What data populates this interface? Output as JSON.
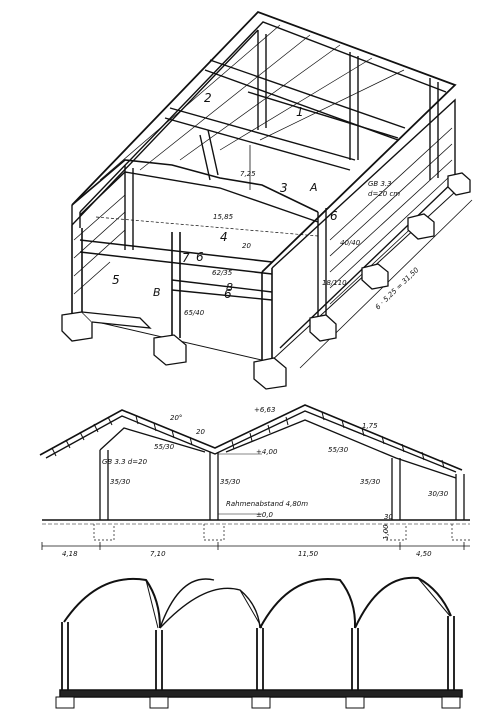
{
  "iso_view": {
    "part_numbers": [
      "1",
      "2",
      "3",
      "4",
      "5",
      "6",
      "6",
      "6",
      "7",
      "8"
    ],
    "detail_markers": [
      "A",
      "B"
    ],
    "dims": {
      "h_725": "7,25",
      "span_1585": "15,85",
      "d20": "20",
      "d40_40": "40/40",
      "d62_35": "62/35",
      "d65_40": "65/40",
      "d18_110": "18/110",
      "gb": "GB 3.3",
      "gb_d": "d=20 cm",
      "length": "6 · 5,25 = 31,50"
    }
  },
  "section_view": {
    "levels": [
      "+6,63",
      "+4,00",
      "±0,0"
    ],
    "roof_slope": "20°",
    "ridge_num": "20",
    "beam_left": "55/30",
    "beam_right": "55/30",
    "col1": "35/30",
    "col2": "35/30",
    "col3": "35/30",
    "col4": "30/30",
    "gb_left": "GB 3.3 d=20",
    "frame_spacing": "Rahmenabstand 4,80m",
    "small_dim": "1,75",
    "found_dim1": "30",
    "found_dim2": "1,00",
    "bottom_dims": [
      "4,18",
      "7,10",
      "11,50",
      "4,50"
    ]
  }
}
